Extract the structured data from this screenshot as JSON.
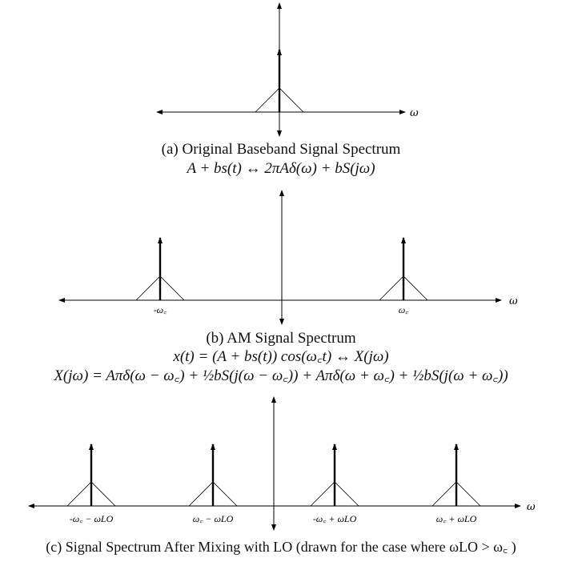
{
  "panel_a": {
    "axis_label": "ω",
    "caption": "(a) Original Baseband Signal Spectrum",
    "equation": "A + bs(t) ↔ 2πAδ(ω) + bS(jω)"
  },
  "panel_b": {
    "axis_label": "ω",
    "ticks": [
      "-ω꜀",
      "ω꜀"
    ],
    "caption": "(b) AM Signal Spectrum",
    "equation1": "x(t) = (A + bs(t)) cos(ω꜀t) ↔ X(jω)",
    "equation2": "X(jω) = Aπδ(ω − ω꜀) + ½bS(j(ω − ω꜀)) + Aπδ(ω + ω꜀) + ½bS(j(ω + ω꜀))"
  },
  "panel_c": {
    "axis_label": "ω",
    "ticks": [
      "-ω꜀ − ωLO",
      "ω꜀ − ωLO",
      "-ω꜀ + ωLO",
      "ω꜀ + ωLO"
    ],
    "caption": "(c) Signal Spectrum After Mixing with LO (drawn for the case where ωLO > ω꜀ )"
  }
}
